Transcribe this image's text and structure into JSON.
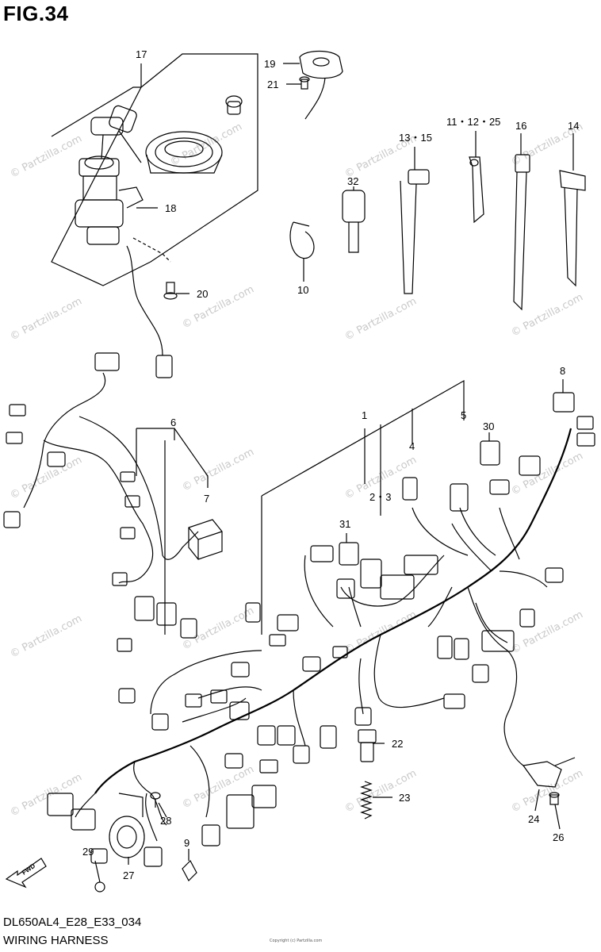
{
  "figure": {
    "title": "FIG.34",
    "code": "DL650AL4_E28_E33_034",
    "name": "WIRING HARNESS",
    "copyright": "Copyright (c) Partzilla.com",
    "watermark": "© Partzilla.com",
    "fwd_label": "FWD"
  },
  "callouts": {
    "c1": "1",
    "c2_3": "2・3",
    "c4": "4",
    "c5": "5",
    "c6": "6",
    "c7": "7",
    "c8": "8",
    "c9": "9",
    "c10": "10",
    "c11_12_25": "11・12・25",
    "c13_15": "13・15",
    "c14": "14",
    "c16": "16",
    "c17": "17",
    "c18": "18",
    "c19": "19",
    "c20": "20",
    "c21": "21",
    "c22": "22",
    "c23": "23",
    "c24": "24",
    "c26": "26",
    "c27": "27",
    "c28": "28",
    "c29": "29",
    "c30": "30",
    "c31": "31",
    "c32": "32"
  }
}
